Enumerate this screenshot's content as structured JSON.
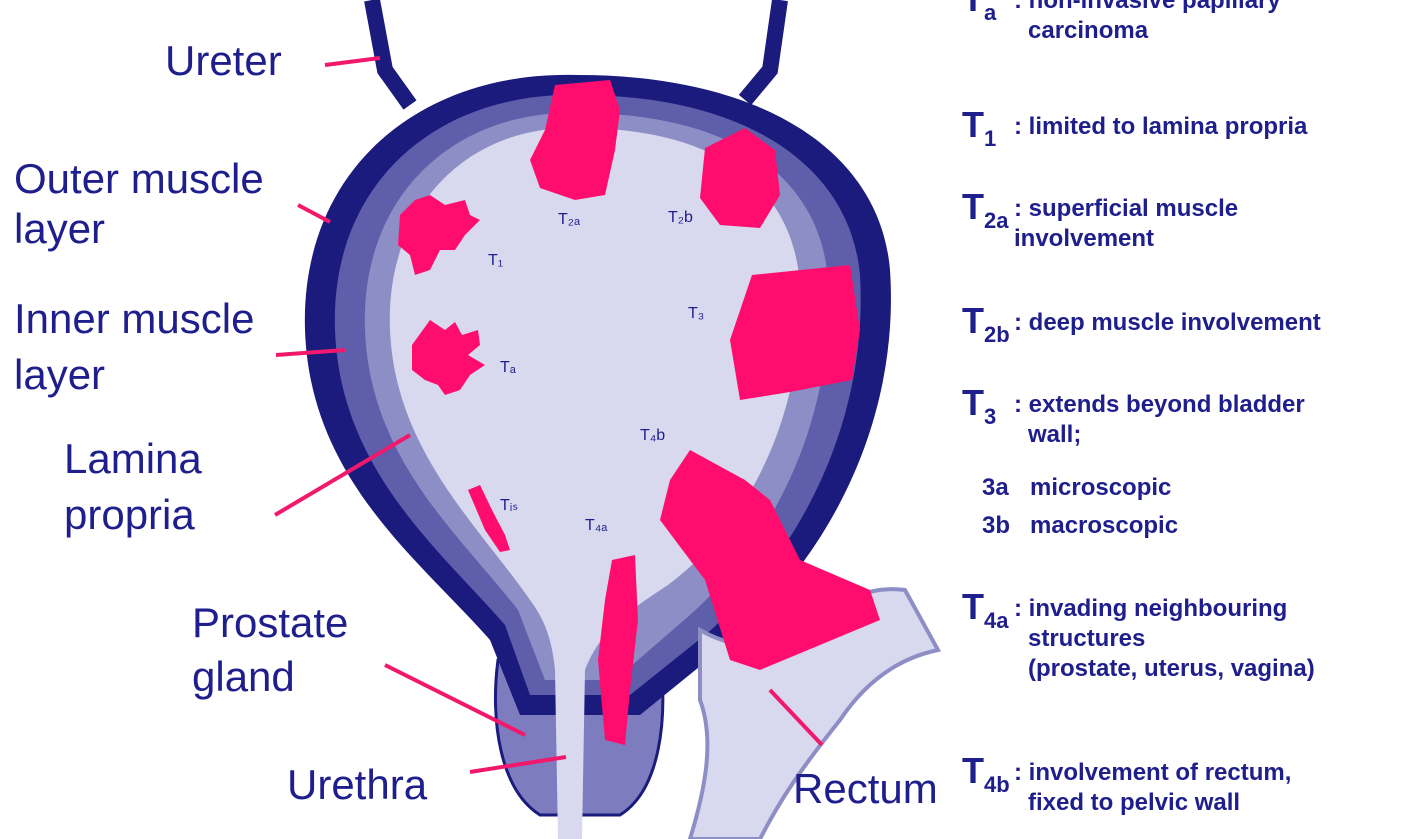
{
  "colors": {
    "outer_wall": "#1b1b7e",
    "middle_wall": "#5e5eaa",
    "inner_wall": "#8e8ec6",
    "lumen": "#d8d8ee",
    "tumour": "#ff0d6e",
    "text": "#1e1e8c",
    "leader_line": "#f2186c"
  },
  "anatomy_labels": {
    "ureter": "Ureter",
    "outer_muscle_1": "Outer muscle",
    "outer_muscle_2": "layer",
    "inner_muscle_1": "Inner muscle",
    "inner_muscle_2": "layer",
    "lamina_1": "Lamina",
    "lamina_2": "propria",
    "prostate_1": "Prostate",
    "prostate_2": "gland",
    "urethra": "Urethra",
    "rectum": "Rectum"
  },
  "tumour_marks": {
    "t1": "T₁",
    "tis": "Tᵢₛ",
    "ta": "Tₐ",
    "t2a": "T₂ₐ",
    "t2b": "T₂b",
    "t3": "T₃",
    "t4b": "T₄b",
    "t4a": "T₄ₐ"
  },
  "legend": {
    "ta": {
      "t": "T",
      "sub": "a",
      "line1": ": non-invasive papillary",
      "line2": "carcinoma"
    },
    "t1": {
      "t": "T",
      "sub": "1",
      "line1": ": limited to lamina propria"
    },
    "t2a": {
      "t": "T",
      "sub": "2a",
      "line1": ": superficial muscle",
      "line2": "involvement"
    },
    "t2b": {
      "t": "T",
      "sub": "2b",
      "line1": ": deep muscle involvement"
    },
    "t3": {
      "t": "T",
      "sub": "3",
      "line1": ": extends beyond bladder",
      "line2": "wall;",
      "sub_a_code": "3a",
      "sub_a_text": "microscopic",
      "sub_b_code": "3b",
      "sub_b_text": "macroscopic"
    },
    "t4a": {
      "t": "T",
      "sub": "4a",
      "line1": ": invading neighbouring",
      "line2": "structures",
      "line3": "(prostate, uterus, vagina)"
    },
    "t4b": {
      "t": "T",
      "sub": "4b",
      "line1": ": involvement of rectum,",
      "line2": "fixed to pelvic wall"
    }
  }
}
